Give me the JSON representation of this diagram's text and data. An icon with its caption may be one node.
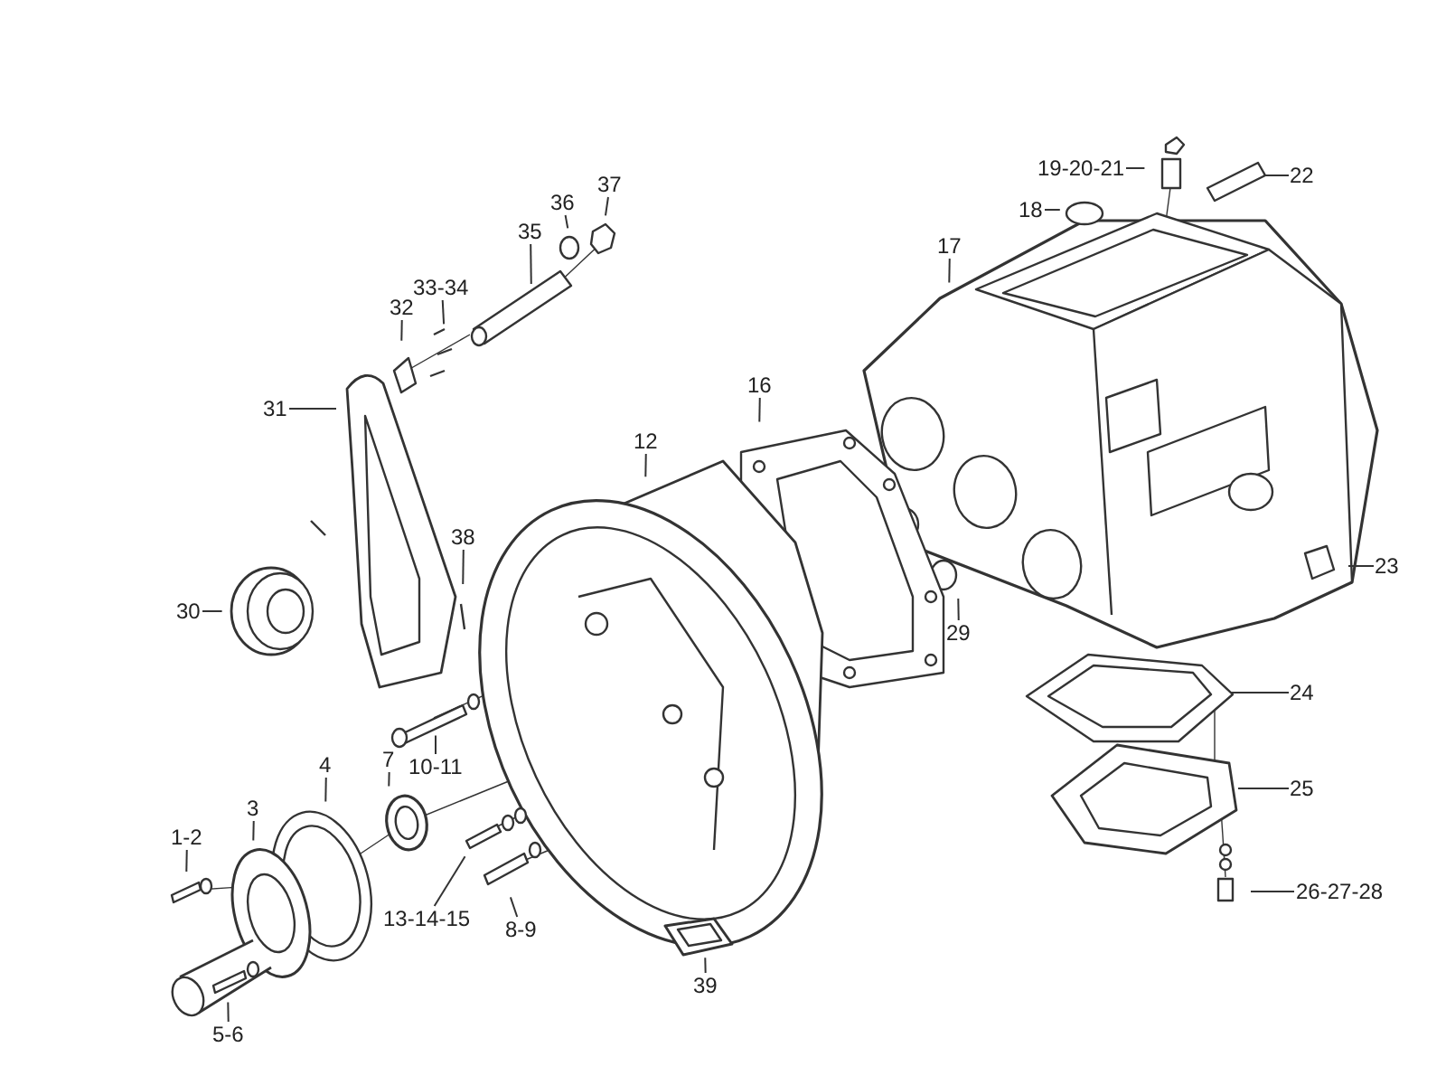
{
  "diagram": {
    "nodes": [
      {
        "text": [
          "19-20-21"
        ]
      },
      {
        "text": [
          "22"
        ]
      },
      {
        "text": [
          "37"
        ]
      },
      {
        "text": [
          "18"
        ]
      },
      {
        "text": [
          "36"
        ]
      },
      {
        "text": [
          "17"
        ]
      },
      {
        "text": [
          "35"
        ]
      },
      {
        "text": [
          "33-34"
        ]
      },
      {
        "text": [
          "32"
        ]
      },
      {
        "text": [
          "16"
        ]
      },
      {
        "text": [
          "31"
        ]
      },
      {
        "text": [
          "12"
        ]
      },
      {
        "text": [
          "38"
        ]
      },
      {
        "text": [
          "23"
        ]
      },
      {
        "text": [
          "30"
        ]
      },
      {
        "text": [
          "29"
        ]
      },
      {
        "text": [
          "24"
        ]
      },
      {
        "text": [
          "10-11"
        ]
      },
      {
        "text": [
          "4"
        ]
      },
      {
        "text": [
          "7"
        ]
      },
      {
        "text": [
          "25"
        ]
      },
      {
        "text": [
          "1-2"
        ]
      },
      {
        "text": [
          "3"
        ]
      },
      {
        "text": [
          "26-27-28"
        ]
      },
      {
        "text": [
          "13-14-15"
        ]
      },
      {
        "text": [
          "8-9"
        ]
      },
      {
        "text": [
          "39"
        ]
      },
      {
        "text": [
          "5-6"
        ]
      }
    ],
    "edges": [
      {
        "from": 0,
        "to": null,
        "arrow": "none"
      },
      {
        "from": 1,
        "to": null,
        "arrow": "none"
      },
      {
        "from": 2,
        "to": null,
        "arrow": "none"
      },
      {
        "from": 3,
        "to": null,
        "arrow": "none"
      },
      {
        "from": 4,
        "to": null,
        "arrow": "none"
      },
      {
        "from": 5,
        "to": null,
        "arrow": "none"
      },
      {
        "from": 6,
        "to": null,
        "arrow": "none"
      },
      {
        "from": 7,
        "to": null,
        "arrow": "none"
      },
      {
        "from": 8,
        "to": null,
        "arrow": "none"
      },
      {
        "from": 9,
        "to": null,
        "arrow": "none"
      },
      {
        "from": 10,
        "to": null,
        "arrow": "none"
      },
      {
        "from": 11,
        "to": null,
        "arrow": "none"
      },
      {
        "from": 12,
        "to": null,
        "arrow": "none"
      },
      {
        "from": 13,
        "to": null,
        "arrow": "none"
      },
      {
        "from": 14,
        "to": null,
        "arrow": "none"
      },
      {
        "from": 15,
        "to": null,
        "arrow": "none"
      },
      {
        "from": 16,
        "to": null,
        "arrow": "none"
      },
      {
        "from": 17,
        "to": null,
        "arrow": "none"
      },
      {
        "from": 18,
        "to": null,
        "arrow": "none"
      },
      {
        "from": 19,
        "to": null,
        "arrow": "none"
      },
      {
        "from": 20,
        "to": null,
        "arrow": "none"
      },
      {
        "from": 21,
        "to": null,
        "arrow": "none"
      },
      {
        "from": 22,
        "to": null,
        "arrow": "none"
      },
      {
        "from": 23,
        "to": null,
        "arrow": "none"
      },
      {
        "from": 24,
        "to": null,
        "arrow": "none"
      },
      {
        "from": 25,
        "to": null,
        "arrow": "none"
      },
      {
        "from": 26,
        "to": null,
        "arrow": "none"
      },
      {
        "from": 27,
        "to": null,
        "arrow": "none"
      }
    ]
  }
}
